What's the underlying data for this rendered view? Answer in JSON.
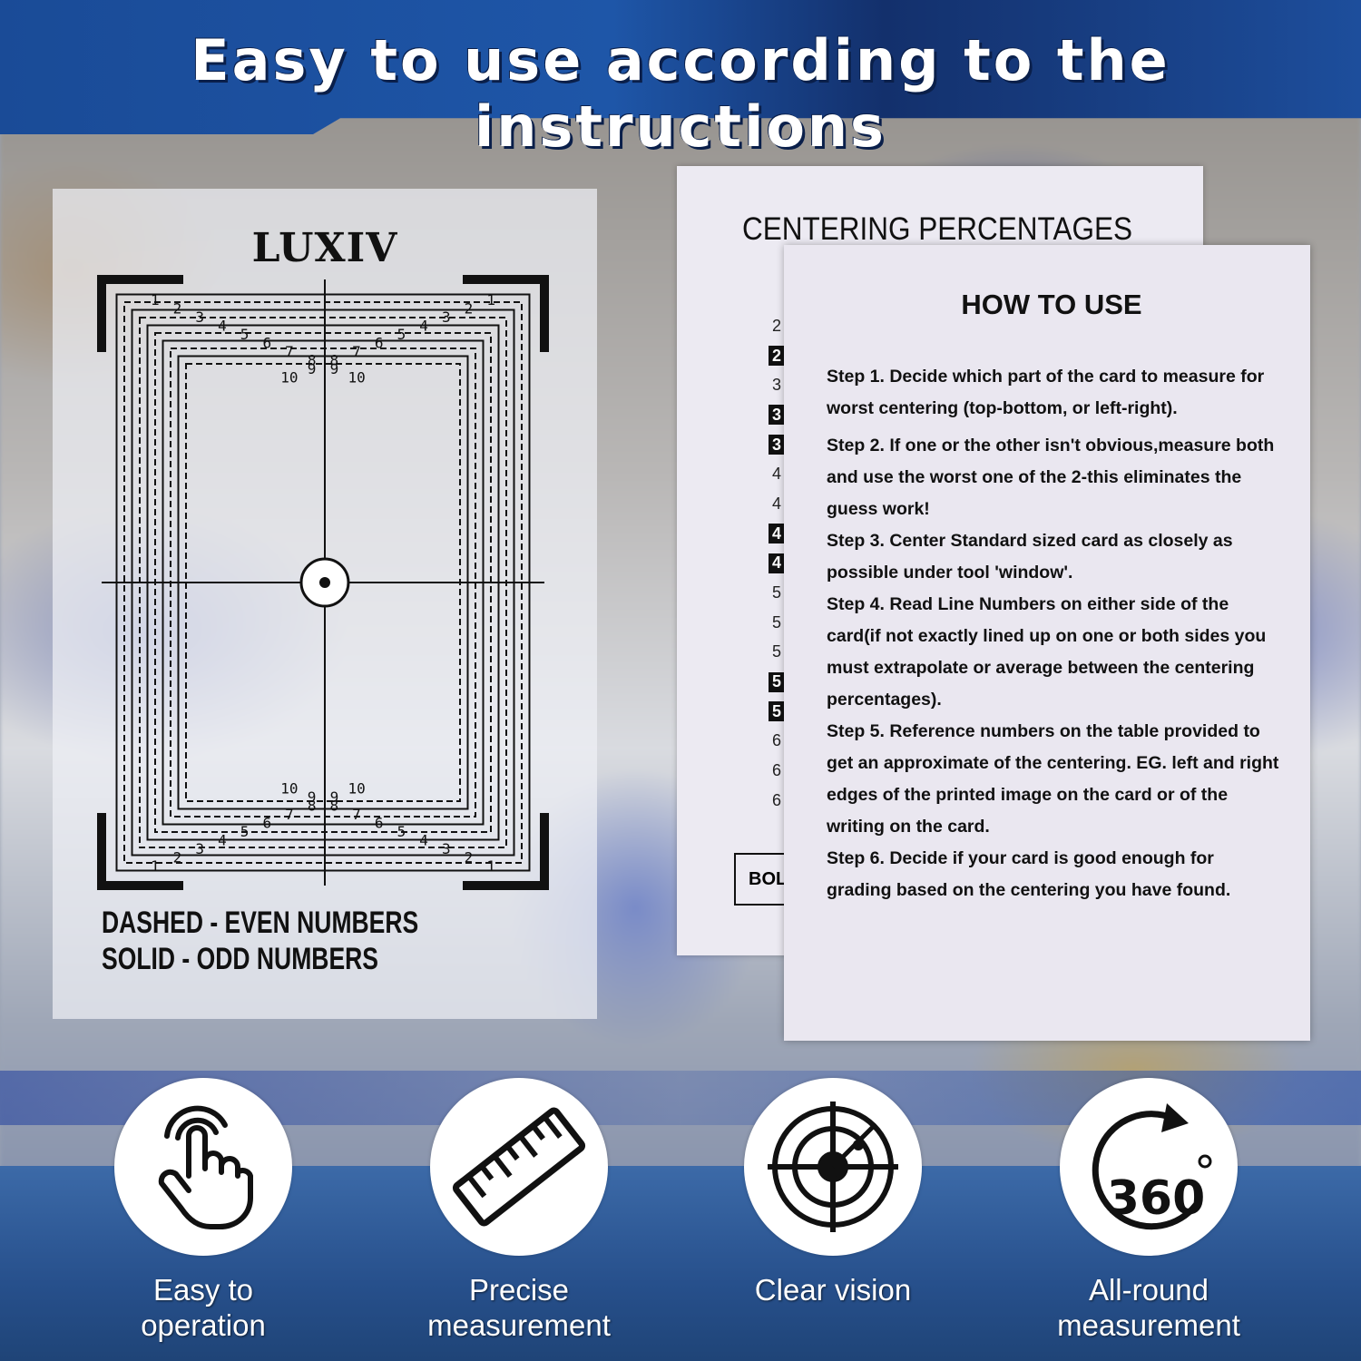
{
  "header": {
    "title": "Easy to use according to the instructions"
  },
  "tool": {
    "logo": "LUXIV",
    "legend_line1": "DASHED - EVEN NUMBERS",
    "legend_line2": "SOLID - ODD NUMBERS",
    "ring_numbers": [
      "1",
      "2",
      "3",
      "4",
      "5",
      "6",
      "7",
      "8",
      "9",
      "10"
    ]
  },
  "centering_card": {
    "title": "CENTERING PERCENTAGES",
    "row_digits": [
      "2",
      "2",
      "3",
      "3",
      "3",
      "4",
      "4",
      "4",
      "4",
      "5",
      "5",
      "5",
      "5",
      "5",
      "6",
      "6",
      "6"
    ],
    "bold_label": "BOL"
  },
  "how_to_use": {
    "title": "HOW TO USE",
    "steps": [
      "Step 1. Decide which part of the card to measure for worst centering (top-bottom, or left-right).",
      "Step 2. If one or the other isn't obvious,measure both and use the worst one of the 2-this eliminates the guess work!",
      "Step 3. Center Standard sized card as closely as possible under tool 'window'.",
      "Step 4. Read Line Numbers on either side of the card(if not exactly lined up on one or both sides you must extrapolate or average between the centering percentages).",
      "Step 5. Reference numbers on the table provided to get an approximate of the centering. EG. left and right edges of the printed image on the card or of the writing on the card.",
      "Step 6. Decide if your card is good enough for grading based on the centering you have found."
    ]
  },
  "features": [
    {
      "icon": "hand-pointer-icon",
      "label_line1": "Easy to",
      "label_line2": "operation"
    },
    {
      "icon": "ruler-icon",
      "label_line1": "Precise",
      "label_line2": "measurement"
    },
    {
      "icon": "crosshair-target-icon",
      "label_line1": "Clear vision",
      "label_line2": ""
    },
    {
      "icon": "rotate-360-icon",
      "label_line1": "All-round",
      "label_line2": "measurement",
      "icon_text": "360"
    }
  ]
}
